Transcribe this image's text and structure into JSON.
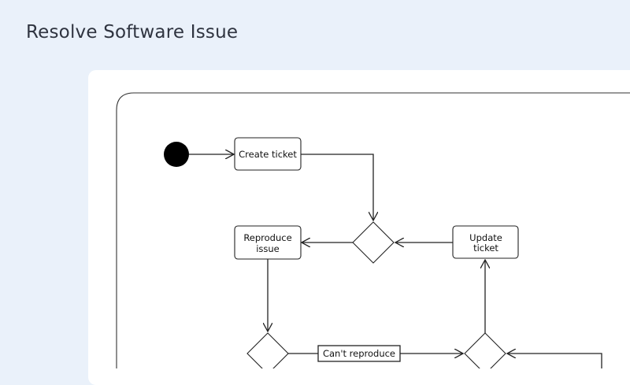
{
  "page": {
    "title": "Resolve Software Issue"
  },
  "diagram": {
    "nodes": {
      "create_ticket": "Create ticket",
      "reproduce_issue_line1": "Reproduce",
      "reproduce_issue_line2": "issue",
      "update_ticket_line1": "Update",
      "update_ticket_line2": "ticket"
    },
    "edges": {
      "cant_reproduce": "Can't reproduce"
    },
    "colors": {
      "stroke": "#222222",
      "node_fill": "#ffffff",
      "start_fill": "#000000"
    }
  }
}
